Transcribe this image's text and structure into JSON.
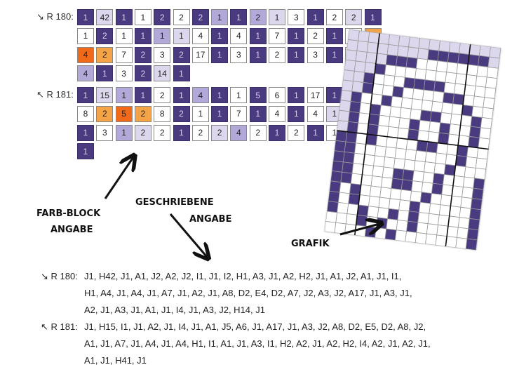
{
  "colors": {
    "J": "#4a3b80",
    "H": "#dcd7ec",
    "I": "#b3a9d8",
    "A": "#ffffff",
    "D": "#f4a447",
    "E": "#f06a1a"
  },
  "blocks": [
    {
      "label": "↘ R 180:",
      "rows": [
        [
          "J1",
          "H42",
          "J1",
          "A1",
          "J2",
          "A2",
          "J2",
          "I1",
          "J1",
          "I2",
          "H1",
          "A3",
          "J1",
          "A2",
          "H2",
          "J1"
        ],
        [
          "A1",
          "J2",
          "A1",
          "J1",
          "I1",
          "H1",
          "A4",
          "J1",
          "A4",
          "J1",
          "A7",
          "J1",
          "A2",
          "J1",
          "A8",
          "D2"
        ],
        [
          "E4",
          "D2",
          "A7",
          "J2",
          "A3",
          "J2",
          "A17",
          "J1",
          "A3",
          "J1",
          "A2",
          "J1",
          "A3",
          "J1",
          "A1",
          "J1"
        ],
        [
          "I4",
          "J1",
          "A3",
          "J2",
          "H14",
          "J1"
        ]
      ]
    },
    {
      "label": "↖ R 181:",
      "rows": [
        [
          "J1",
          "H15",
          "I1",
          "J1",
          "A2",
          "J1",
          "I4",
          "J1",
          "A1",
          "J5",
          "A6",
          "J1",
          "A17",
          "J1",
          "A3",
          "J2"
        ],
        [
          "A8",
          "D2",
          "E5",
          "D2",
          "A8",
          "J2",
          "A1",
          "J1",
          "A7",
          "J1",
          "A4",
          "J1",
          "A4",
          "H1",
          "I1",
          "A1"
        ],
        [
          "J1",
          "A3",
          "I1",
          "H2",
          "A2",
          "J1",
          "A2",
          "H2",
          "I4",
          "A2",
          "J1",
          "A2",
          "J1",
          "A1",
          "J1",
          "H41"
        ],
        [
          "J1"
        ]
      ]
    }
  ],
  "annotations": {
    "farb_block_1": "FARB-BLOCK",
    "farb_block_2": "ANGABE",
    "geschriebene_1": "GESCHRIEBENE",
    "geschriebene_2": "ANGABE",
    "grafik": "GRAFIK"
  },
  "written": {
    "r180_label": "↘ R 180:",
    "r180_lines": [
      "J1, H42, J1, A1, J2, A2, J2, I1, J1, I2, H1, A3, J1, A2, H2, J1, A1, J2, A1, J1, I1,",
      "H1, A4, J1, A4, J1, A7, J1, A2, J1, A8, D2, E4, D2, A7, J2, A3, J2, A17, J1, A3, J1,",
      "A2, J1, A3, J1, A1, J1, I4, J1, A3, J2, H14, J1"
    ],
    "r181_label": "↖ R 181:",
    "r181_lines": [
      "J1, H15, I1, J1, A2, J1, I4, J1, A1, J5, A6, J1, A17, J1, A3, J2, A8, D2, E5, D2, A8, J2,",
      "A1, J1, A7, J1, A4, J1, A4, H1, I1, A1, J1, A3, I1, H2, A2, J1, A2, H2, I4, A2, J1, A2, J1,",
      "A1, J1, H41, J1"
    ]
  }
}
